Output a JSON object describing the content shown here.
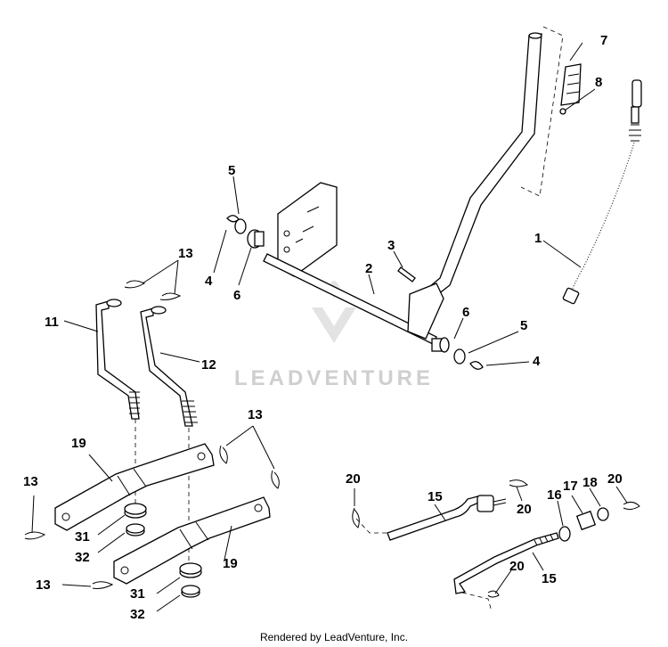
{
  "watermark": {
    "text": "LEADVENTURE"
  },
  "footer": {
    "text": "Rendered by LeadVenture, Inc."
  },
  "callouts": {
    "c1": "1",
    "c2": "2",
    "c3": "3",
    "c4a": "4",
    "c4b": "4",
    "c5a": "5",
    "c5b": "5",
    "c6a": "6",
    "c6b": "6",
    "c7": "7",
    "c8": "8",
    "c11": "11",
    "c12": "12",
    "c13a": "13",
    "c13b": "13",
    "c13c": "13",
    "c13d": "13",
    "c15a": "15",
    "c15b": "15",
    "c16": "16",
    "c17": "17",
    "c18": "18",
    "c19a": "19",
    "c19b": "19",
    "c20a": "20",
    "c20b": "20",
    "c20c": "20",
    "c20d": "20",
    "c31a": "31",
    "c31b": "31",
    "c32a": "32",
    "c32b": "32"
  }
}
